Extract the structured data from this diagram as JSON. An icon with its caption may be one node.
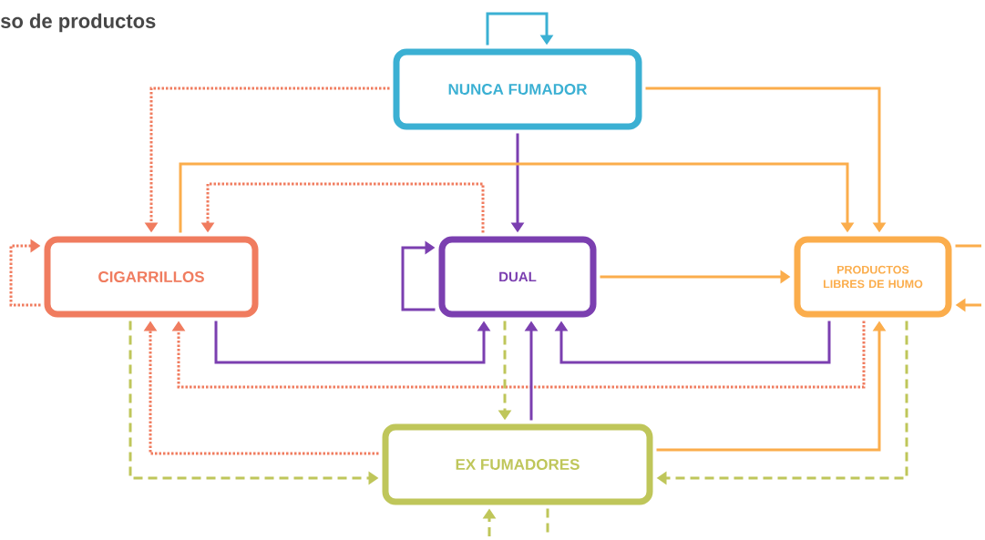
{
  "diagram": {
    "title": "so de productos",
    "nodes": [
      {
        "text": [
          "NUNCA FUMADOR"
        ]
      },
      {
        "text": [
          "CIGARRILLOS"
        ]
      },
      {
        "text": [
          "DUAL"
        ]
      },
      {
        "text": [
          "PRODUCTOS LIBRES DE HUMO"
        ]
      },
      {
        "text": [
          "EX FUMADORES"
        ]
      }
    ],
    "edges": [
      {
        "from": 0,
        "to": 0,
        "arrow": "to",
        "color": "#3bb0d3"
      },
      {
        "from": 0,
        "to": 1,
        "arrow": "to",
        "style": "dashed",
        "color": "#f07c5f"
      },
      {
        "from": 0,
        "to": 2,
        "arrow": "to",
        "color": "#7b3fb0"
      },
      {
        "from": 0,
        "to": 3,
        "arrow": "to",
        "color": "#fbad4c"
      },
      {
        "from": 1,
        "to": 1,
        "arrow": "to",
        "style": "dashed",
        "color": "#f07c5f"
      },
      {
        "from": 2,
        "to": 1,
        "arrow": "to",
        "style": "dashed",
        "color": "#f07c5f"
      },
      {
        "from": 1,
        "to": 3,
        "arrow": "to",
        "color": "#fbad4c"
      },
      {
        "from": 2,
        "to": 2,
        "arrow": "to",
        "color": "#7b3fb0"
      },
      {
        "from": 2,
        "to": 3,
        "arrow": "to",
        "color": "#fbad4c"
      },
      {
        "from": 3,
        "to": null,
        "arrow": "none",
        "color": "#fbad4c"
      },
      {
        "from": null,
        "to": 3,
        "arrow": "to",
        "color": "#fbad4c"
      },
      {
        "from": 1,
        "to": 2,
        "arrow": "to",
        "color": "#7b3fb0"
      },
      {
        "from": 3,
        "to": 2,
        "arrow": "to",
        "color": "#7b3fb0"
      },
      {
        "from": 3,
        "to": 1,
        "arrow": "to",
        "style": "dashed",
        "color": "#f07c5f"
      },
      {
        "from": 4,
        "to": 1,
        "arrow": "to",
        "style": "dashed",
        "color": "#f07c5f"
      },
      {
        "from": 1,
        "to": 4,
        "arrow": "to",
        "style": "dashed",
        "color": "#bfc65a"
      },
      {
        "from": 2,
        "to": 4,
        "arrow": "to",
        "style": "dashed",
        "color": "#bfc65a"
      },
      {
        "from": 4,
        "to": 2,
        "arrow": "to",
        "color": "#7b3fb0"
      },
      {
        "from": 4,
        "to": 3,
        "arrow": "to",
        "color": "#fbad4c"
      },
      {
        "from": 3,
        "to": 4,
        "arrow": "to",
        "style": "dashed",
        "color": "#bfc65a"
      },
      {
        "from": null,
        "to": 4,
        "arrow": "to",
        "style": "dashed",
        "color": "#bfc65a"
      },
      {
        "from": 4,
        "to": null,
        "arrow": "none",
        "style": "dashed",
        "color": "#bfc65a"
      }
    ]
  }
}
